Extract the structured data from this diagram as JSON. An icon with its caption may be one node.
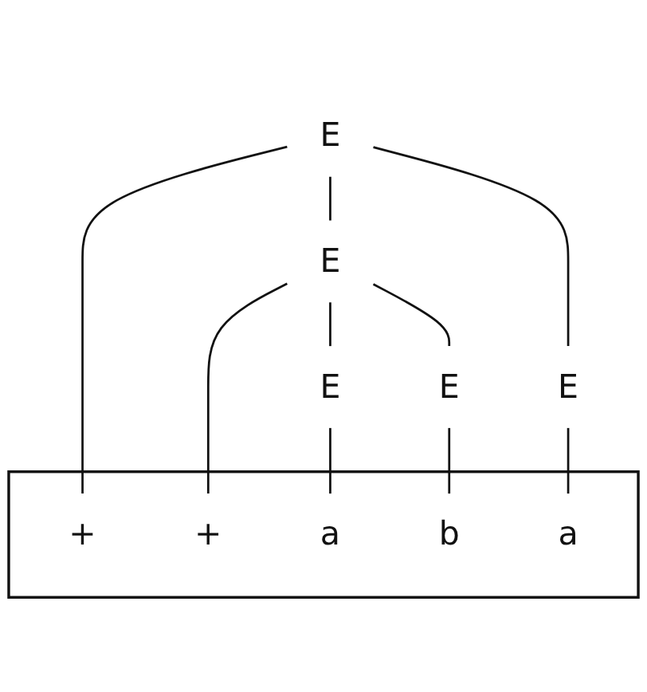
{
  "diagram": {
    "nodes": [
      {
        "text": [],
        "shape": "loop"
      },
      {
        "text": [
          "E"
        ]
      },
      {
        "text": [
          "E"
        ]
      },
      {
        "text": [
          "+"
        ],
        "in": 0
      },
      {
        "text": [
          "E"
        ]
      },
      {
        "text": [
          "E"
        ]
      },
      {
        "text": [
          "+"
        ],
        "in": 0
      },
      {
        "text": [
          "E"
        ]
      },
      {
        "text": [
          "a"
        ],
        "in": 0
      },
      {
        "text": [
          "b"
        ],
        "in": 0
      },
      {
        "text": [
          "a"
        ],
        "in": 0
      }
    ],
    "edges": [
      {
        "from": 1,
        "to": 2,
        "arrow": "none"
      },
      {
        "from": 1,
        "to": 3,
        "arrow": "none"
      },
      {
        "from": 1,
        "to": 4,
        "arrow": "none"
      },
      {
        "from": 2,
        "to": 5,
        "arrow": "none"
      },
      {
        "from": 2,
        "to": 6,
        "arrow": "none"
      },
      {
        "from": 2,
        "to": 7,
        "arrow": "none"
      },
      {
        "from": 5,
        "to": 8,
        "arrow": "none"
      },
      {
        "from": 7,
        "to": 9,
        "arrow": "none"
      },
      {
        "from": 4,
        "to": 10,
        "arrow": "none"
      }
    ]
  }
}
